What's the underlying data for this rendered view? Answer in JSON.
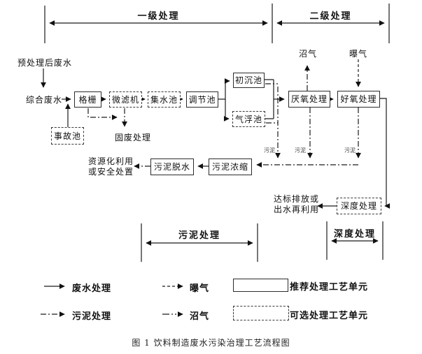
{
  "diagram": {
    "top_spans": {
      "primary": "一级处理",
      "secondary": "二级处理"
    },
    "bottom_spans": {
      "sludge": "污泥处理",
      "advanced": "深度处理"
    },
    "inputs": {
      "pretreated": "预处理后废水",
      "combined": "综合废水"
    },
    "gas": {
      "biogas": "沼气",
      "aeration": "曝气"
    },
    "boxes": {
      "grid": "格栅",
      "microfilter": "微滤机",
      "collecting_tank": "集水池",
      "regulating_tank": "调节池",
      "primary_sedimentation": "初沉池",
      "air_flotation": "气浮池",
      "anaerobic": "厌氧处理",
      "aerobic": "好氧处理",
      "accident_tank": "事故池",
      "sludge_dewatering": "污泥脱水",
      "sludge_thickening": "污泥浓缩",
      "advanced_treatment": "深度处理"
    },
    "outputs": {
      "solid_waste": "固废处理",
      "resource_1": "资源化利用",
      "resource_2": "或安全处置",
      "discharge_1": "达标排放或",
      "discharge_2": "出水再利用"
    },
    "sludge_label": "污泥"
  },
  "legend": {
    "wastewater_flow": "废水处理",
    "aeration_flow": "曝气",
    "sludge_flow": "污泥处理",
    "biogas_flow": "沼气",
    "recommended_unit": "推荐处理工艺单元",
    "optional_unit": "可选处理工艺单元"
  },
  "caption": "图 1  饮料制造废水污染治理工艺流程图",
  "colors": {
    "line": "#1a1a1a",
    "background": "#ffffff"
  }
}
